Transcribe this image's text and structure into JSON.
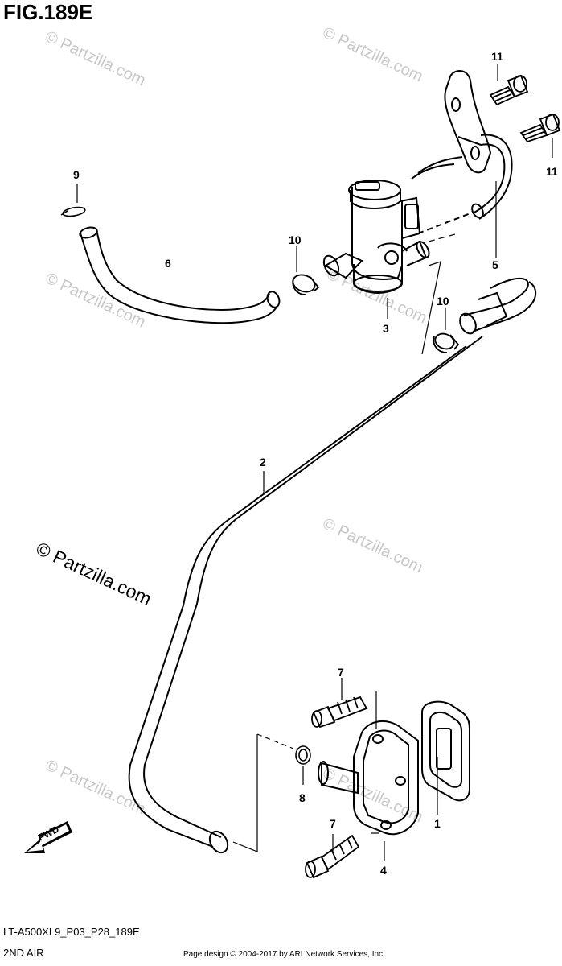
{
  "figure": {
    "title": "FIG.189E",
    "code": "LT-A500XL9_P03_P28_189E",
    "name": "2ND AIR",
    "footer": "Page design © 2004-2017 by ARI Network Services, Inc."
  },
  "watermark": {
    "text": "© Partzilla.com"
  },
  "callouts": {
    "c1": "1",
    "c2": "2",
    "c3": "3",
    "c4": "4",
    "c5": "5",
    "c6": "6",
    "c7a": "7",
    "c7b": "7",
    "c8": "8",
    "c9": "9",
    "c10a": "10",
    "c10b": "10",
    "c11a": "11",
    "c11b": "11"
  },
  "fwd_label": "FWD"
}
